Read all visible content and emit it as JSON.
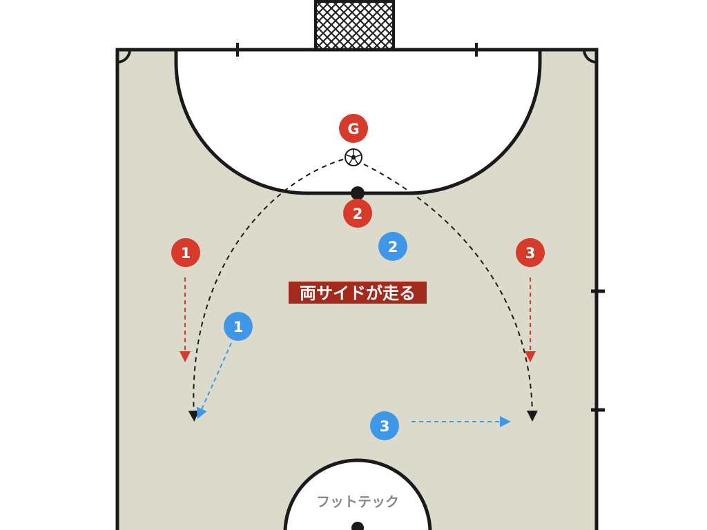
{
  "diagram": {
    "title": "両サイドが走る",
    "watermark": "フットテック",
    "colors": {
      "court": "#dcdacb",
      "lines": "#1a1a1a",
      "area": "#ffffff",
      "red_team": "#d7392a",
      "blue_team": "#3f97ea",
      "callout_bg": "#a52a1e",
      "callout_text": "#ffffff",
      "red_arrow": "#d7392a",
      "blue_arrow": "#3f97ea",
      "black_arrow": "#1a1a1a",
      "watermark": "#888888"
    },
    "players": {
      "red": [
        {
          "label": "G"
        },
        {
          "label": "2"
        },
        {
          "label": "1"
        },
        {
          "label": "3"
        }
      ],
      "blue": [
        {
          "label": "2"
        },
        {
          "label": "1"
        },
        {
          "label": "3"
        }
      ]
    },
    "icons": {
      "ball": "soccer-ball-icon",
      "goal": "goal-net-icon"
    }
  }
}
